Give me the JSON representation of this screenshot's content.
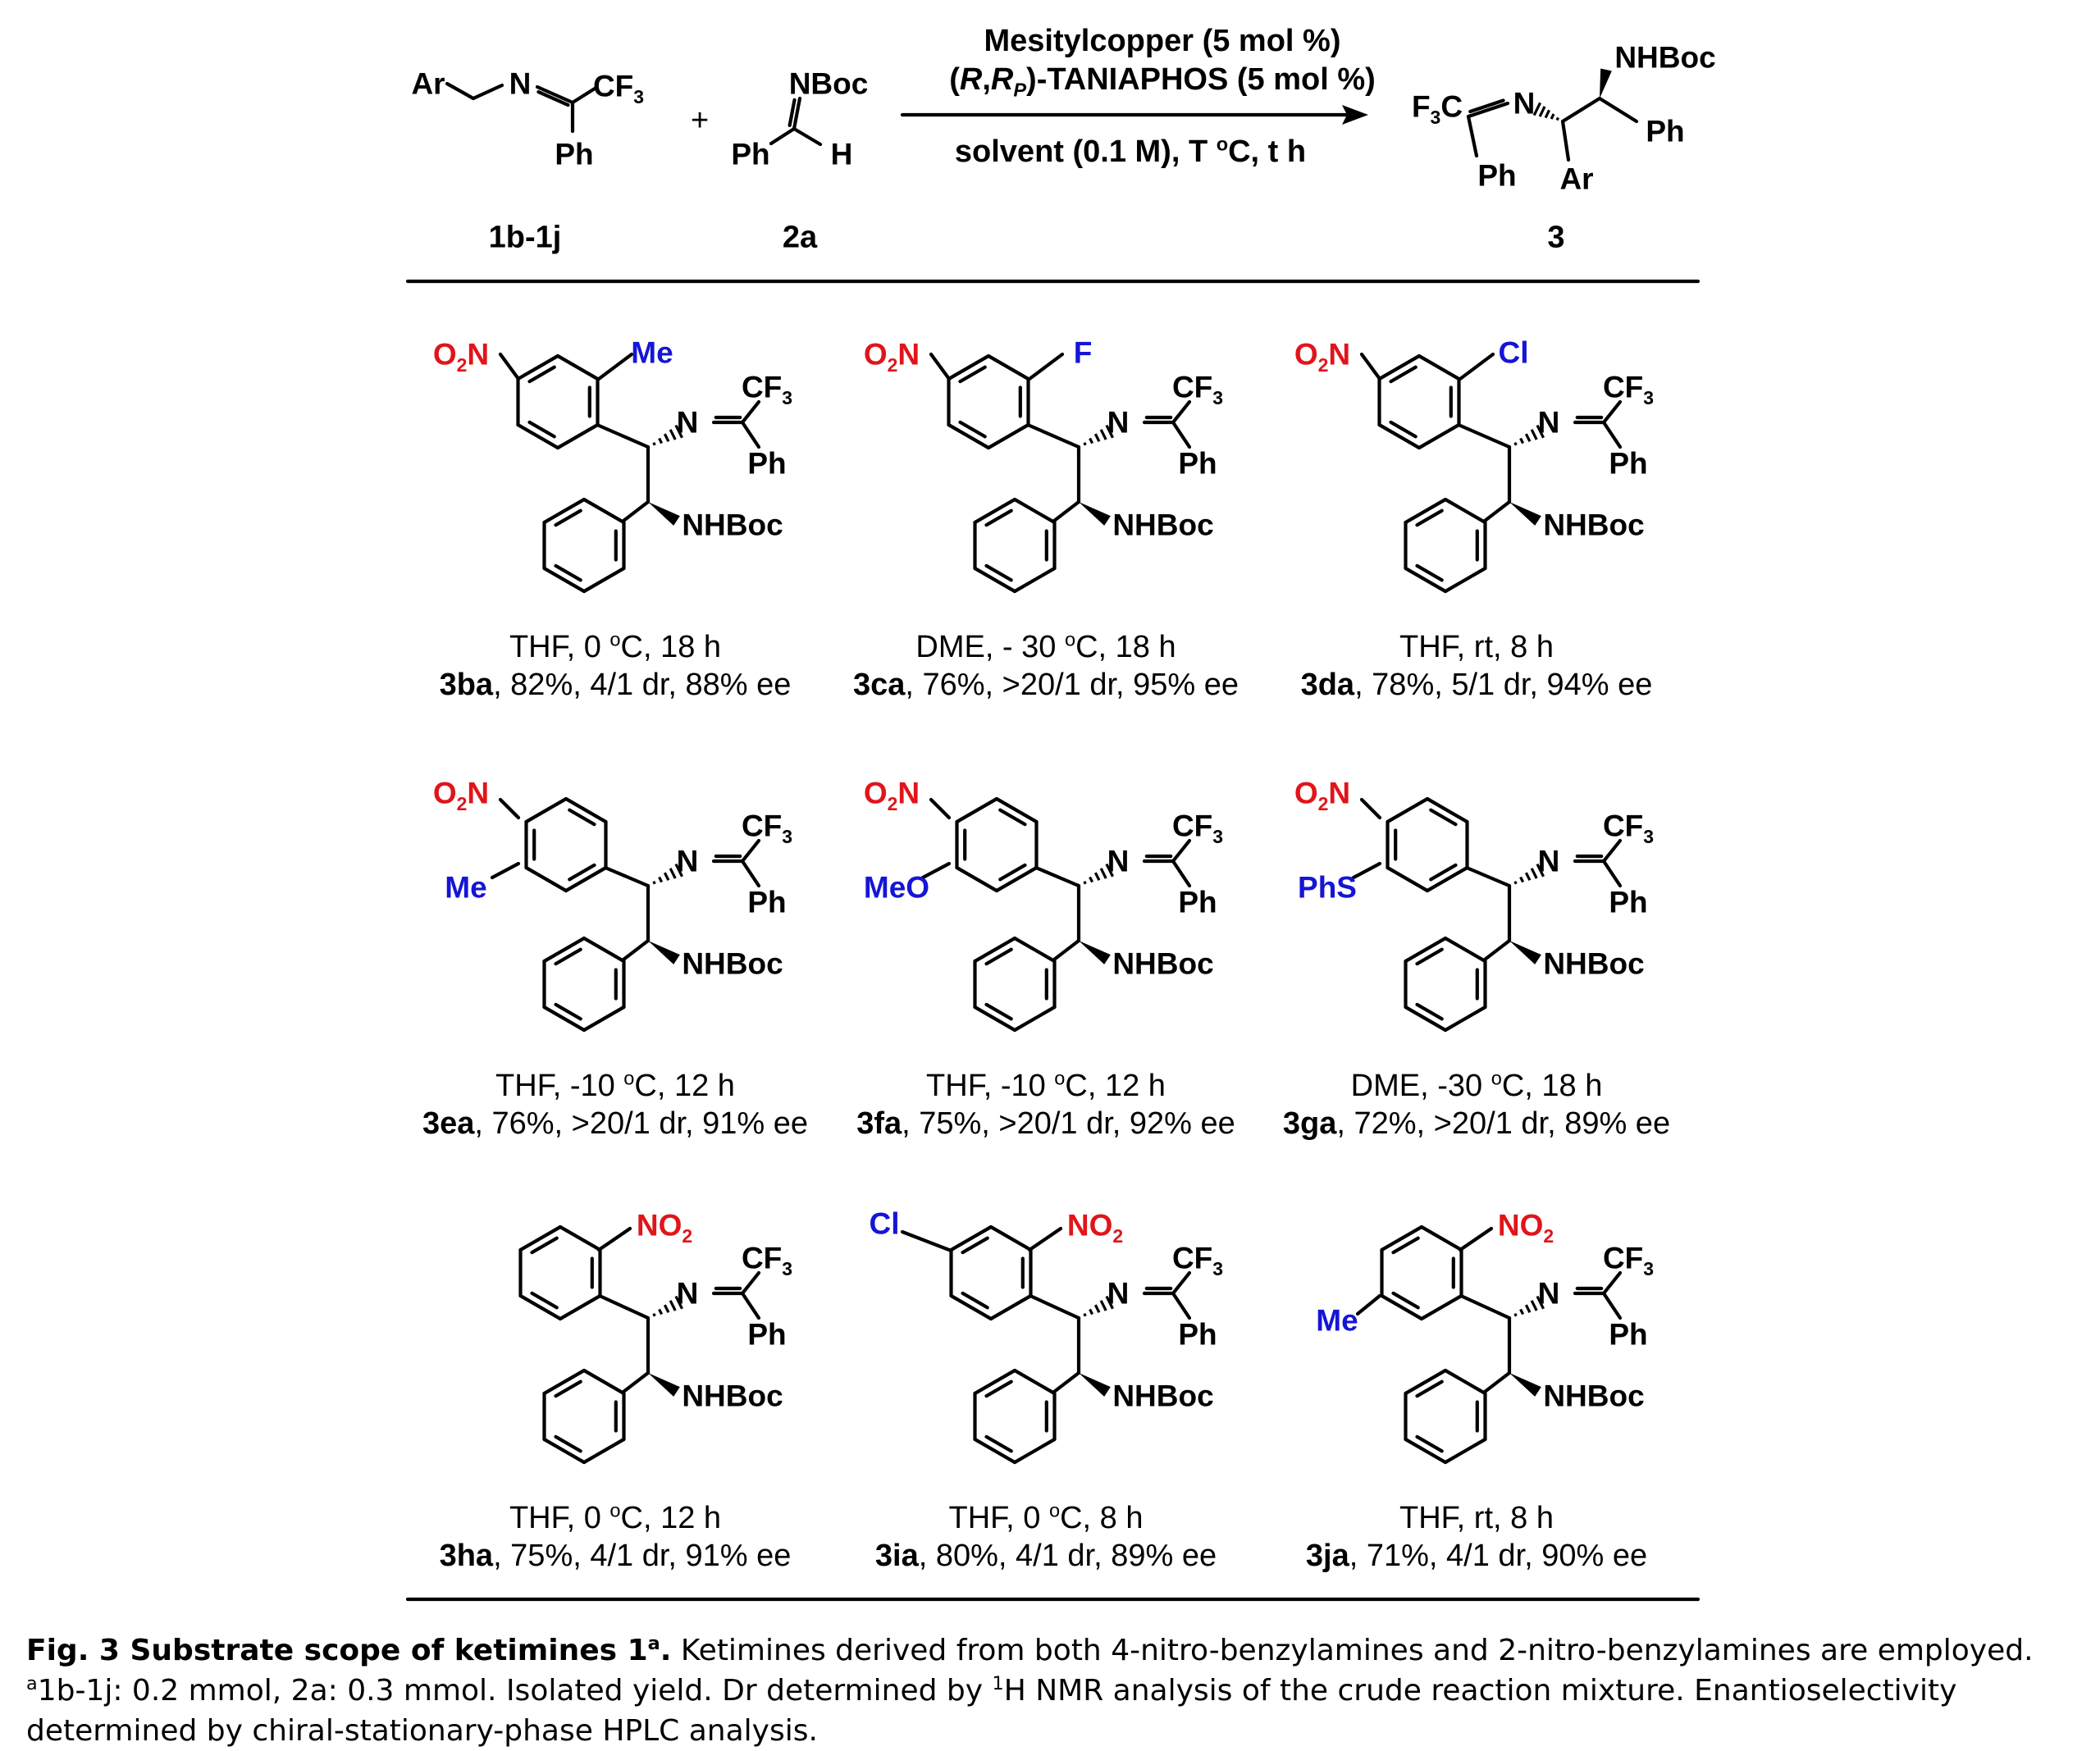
{
  "scheme": {
    "reactant1": {
      "ar": "Ar",
      "n": "N",
      "cf3": "CF3",
      "ph": "Ph",
      "code": "1b-1j"
    },
    "plus": "+",
    "reactant2": {
      "nboc": "NBoc",
      "ph": "Ph",
      "h": "H",
      "code": "2a"
    },
    "reagent_line1": "Mesitylcopper (5 mol %)",
    "reagent_line2": "(R,RP)-TANIAPHOS (5 mol %)",
    "conditions_line": "solvent (0.1 M), T oC, t h",
    "product": {
      "cf3": "F3C",
      "n": "N",
      "nhboc": "NHBoc",
      "ph1": "Ph",
      "ph2": "Ph",
      "ar": "Ar",
      "code": "3"
    }
  },
  "common_labels": {
    "cf3": "CF3",
    "n": "N",
    "ph": "Ph",
    "nhboc": "NHBoc"
  },
  "entries": [
    {
      "substituents": [
        {
          "text": "O2N",
          "color": "#e1141b"
        },
        {
          "text": "Me",
          "color": "#1515d6"
        }
      ],
      "conditions": "THF, 0 oC, 18 h",
      "code": "3ba",
      "result": ", 82%, 4/1 dr, 88% ee"
    },
    {
      "substituents": [
        {
          "text": "O2N",
          "color": "#e1141b"
        },
        {
          "text": "F",
          "color": "#1515d6"
        }
      ],
      "conditions": "DME, - 30 oC, 18 h",
      "code": "3ca",
      "result": ", 76%, >20/1 dr, 95% ee"
    },
    {
      "substituents": [
        {
          "text": "O2N",
          "color": "#e1141b"
        },
        {
          "text": "Cl",
          "color": "#1515d6"
        }
      ],
      "conditions": "THF, rt, 8 h",
      "code": "3da",
      "result": ", 78%, 5/1 dr, 94% ee"
    },
    {
      "substituents": [
        {
          "text": "O2N",
          "color": "#e1141b"
        },
        {
          "text": "Me",
          "color": "#1515d6"
        }
      ],
      "conditions": "THF, -10 oC, 12 h",
      "code": "3ea",
      "result": ", 76%, >20/1 dr, 91% ee"
    },
    {
      "substituents": [
        {
          "text": "O2N",
          "color": "#e1141b"
        },
        {
          "text": "MeO",
          "color": "#1515d6"
        }
      ],
      "conditions": "THF, -10 oC, 12 h",
      "code": "3fa",
      "result": ", 75%, >20/1 dr, 92% ee"
    },
    {
      "substituents": [
        {
          "text": "O2N",
          "color": "#e1141b"
        },
        {
          "text": "PhS",
          "color": "#1515d6"
        }
      ],
      "conditions": "DME, -30 oC, 18 h",
      "code": "3ga",
      "result": ", 72%, >20/1 dr, 89% ee"
    },
    {
      "substituents": [
        {
          "text": "NO2",
          "color": "#e1141b"
        }
      ],
      "conditions": "THF, 0 oC, 12 h",
      "code": "3ha",
      "result": ", 75%, 4/1 dr, 91% ee"
    },
    {
      "substituents": [
        {
          "text": "NO2",
          "color": "#e1141b"
        },
        {
          "text": "Cl",
          "color": "#1515d6"
        }
      ],
      "conditions": "THF, 0 oC, 8 h",
      "code": "3ia",
      "result": ", 80%, 4/1 dr, 89% ee"
    },
    {
      "substituents": [
        {
          "text": "NO2",
          "color": "#e1141b"
        },
        {
          "text": "Me",
          "color": "#1515d6"
        }
      ],
      "conditions": "THF, rt, 8 h",
      "code": "3ja",
      "result": ", 71%, 4/1 dr, 90% ee"
    }
  ],
  "caption": {
    "title": "Fig. 3 Substrate scope of ketimines 1a.",
    "body": " Ketimines derived from both 4-nitro-benzylamines and 2-nitro-benzylamines are employed. a1b-1j: 0.2 mmol, 2a: 0.3 mmol. Isolated yield. Dr determined by 1H NMR analysis of the crude reaction mixture. Enantioselectivity determined by chiral-stationary-phase HPLC analysis."
  }
}
